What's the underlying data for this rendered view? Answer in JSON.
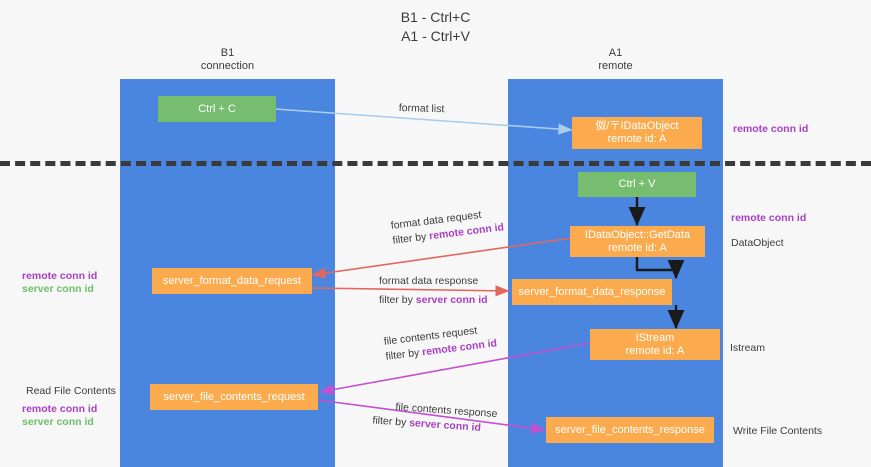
{
  "title": {
    "line1": "B1 - Ctrl+C",
    "line2": "A1 - Ctrl+V"
  },
  "lanes": [
    {
      "id": "b1",
      "name": "B1",
      "sub": "connection",
      "color": "#4a86e0"
    },
    {
      "id": "a1",
      "name": "A1",
      "sub": "remote",
      "color": "#4a86e0"
    }
  ],
  "nodes": {
    "ctrl_c": {
      "line1": "Ctrl + C",
      "line2": "",
      "color": "#77bd6f"
    },
    "ctrl_v": {
      "line1": "Ctrl + V",
      "line2": "",
      "color": "#77bd6f"
    },
    "dataobject_remote": {
      "line1": "伮/〒IDataObject",
      "line2": "remote id: A",
      "color": "#fbab4e"
    },
    "getdata": {
      "line1": "IDataObject::GetData",
      "line2": "remote id: A",
      "color": "#fbab4e"
    },
    "istream": {
      "line1": "IStream",
      "line2": "remote id: A",
      "color": "#fbab4e"
    },
    "fmt_req": {
      "line1": "server_format_data_request",
      "line2": "",
      "color": "#fbab4e"
    },
    "fmt_resp": {
      "line1": "server_format_data_response",
      "line2": "",
      "color": "#fbab4e"
    },
    "file_req": {
      "line1": "server_file_contents_request",
      "line2": "",
      "color": "#fbab4e"
    },
    "file_resp": {
      "line1": "server_file_contents_response",
      "line2": "",
      "color": "#fbab4e"
    }
  },
  "edges": {
    "format_list": {
      "label": "format list"
    },
    "fmt_data_request": {
      "l1": "format data request",
      "l2_prefix": "filter by ",
      "l2_key": "remote conn id"
    },
    "fmt_data_response": {
      "l1": "format data response",
      "l2_prefix": "filter by ",
      "l2_key": "server conn id"
    },
    "file_contents_request": {
      "l1": "file contents request",
      "l2_prefix": "filter by ",
      "l2_key": "remote conn id"
    },
    "file_contents_response": {
      "l1": "file contents response",
      "l2_prefix": "filter by ",
      "l2_key": "server conn id"
    }
  },
  "annotations": {
    "right_remote_top": "remote conn id",
    "right_remote_mid": "remote conn id",
    "right_dataobject": "DataObject",
    "right_istream": "Istream",
    "right_write_file": "Write File Contents",
    "left_remote_1": "remote conn id",
    "left_server_1": "server conn id",
    "left_read_file": "Read File Contents",
    "left_remote_2": "remote conn id",
    "left_server_2": "server conn id"
  },
  "colors": {
    "lane": "#4a86e0",
    "node_orange": "#fbab4e",
    "node_green": "#77bd6f",
    "remote_conn_id": "#a93fc4",
    "server_conn_id": "#6cbf6a",
    "arrow_blue": "#a8cdee",
    "arrow_red": "#e2685f",
    "arrow_purple": "#c44fd0",
    "arrow_black": "#1a1a1a",
    "background": "#f7f7f7"
  }
}
